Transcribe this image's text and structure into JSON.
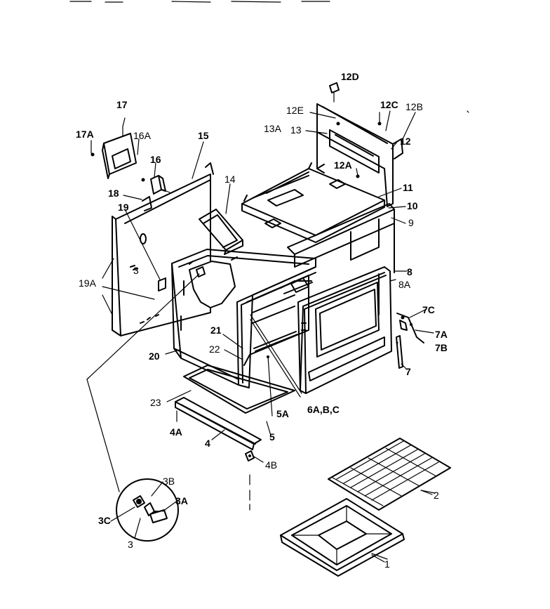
{
  "diagram": {
    "part_labels": [
      {
        "id": "12D",
        "bold": true
      },
      {
        "id": "12C",
        "bold": true
      },
      {
        "id": "12B",
        "bold": false
      },
      {
        "id": "12E",
        "bold": false
      },
      {
        "id": "13A",
        "bold": false
      },
      {
        "id": "13",
        "bold": false
      },
      {
        "id": "12",
        "bold": true
      },
      {
        "id": "12A",
        "bold": true
      },
      {
        "id": "11",
        "bold": true
      },
      {
        "id": "10",
        "bold": true
      },
      {
        "id": "9",
        "bold": false
      },
      {
        "id": "17",
        "bold": true
      },
      {
        "id": "17A",
        "bold": true
      },
      {
        "id": "16A",
        "bold": false
      },
      {
        "id": "16",
        "bold": true
      },
      {
        "id": "15",
        "bold": true
      },
      {
        "id": "14",
        "bold": false
      },
      {
        "id": "18",
        "bold": true
      },
      {
        "id": "19",
        "bold": true
      },
      {
        "id": "19A",
        "bold": false
      },
      {
        "id": "8",
        "bold": true
      },
      {
        "id": "8A",
        "bold": false
      },
      {
        "id": "7C",
        "bold": true
      },
      {
        "id": "7A",
        "bold": true
      },
      {
        "id": "7B",
        "bold": true
      },
      {
        "id": "7",
        "bold": true
      },
      {
        "id": "21",
        "bold": true
      },
      {
        "id": "22",
        "bold": false
      },
      {
        "id": "20",
        "bold": true
      },
      {
        "id": "23",
        "bold": false
      },
      {
        "id": "4A",
        "bold": true
      },
      {
        "id": "4",
        "bold": true
      },
      {
        "id": "5",
        "bold": true
      },
      {
        "id": "5A",
        "bold": true
      },
      {
        "id": "6A,B,C",
        "bold": true
      },
      {
        "id": "4B",
        "bold": false
      },
      {
        "id": "3B",
        "bold": false
      },
      {
        "id": "3A",
        "bold": true
      },
      {
        "id": "3C",
        "bold": true
      },
      {
        "id": "3",
        "bold": false
      },
      {
        "id": "2",
        "bold": false
      },
      {
        "id": "1",
        "bold": false
      },
      {
        "id": "3",
        "bold": false
      }
    ]
  }
}
